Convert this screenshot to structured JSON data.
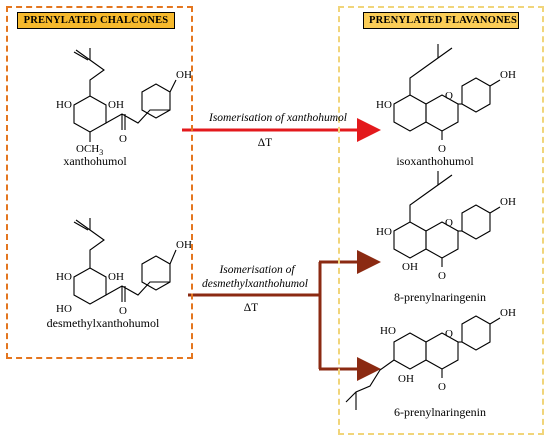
{
  "colors": {
    "left_border": "#e4761f",
    "right_border": "#f1d57a",
    "tag_fill": "#f6b92c",
    "tag_fill_right": "#fbcd57",
    "arrow_red": "#e3191c",
    "arrow_brown": "#8b2a12",
    "glow": "#f7c7ee"
  },
  "left_panel": {
    "title": "PRENYLATED CHALCONES"
  },
  "right_panel": {
    "title": "PRENYLATED FLAVANONES"
  },
  "compounds": {
    "xanthohumol": "xanthohumol",
    "desmethylxanthohumol": "desmethylxanthohumol",
    "isoxanthohumol": "isoxanthohumol",
    "prenylnaringenin8": "8-prenylnaringenin",
    "prenylnaringenin6": "6-prenylnaringenin"
  },
  "arrows": {
    "top": {
      "label": "Isomerisation of xanthohumol",
      "condition": "ΔT"
    },
    "bottom": {
      "label_line1": "Isomerisation of",
      "label_line2": "desmethylxanthohumol",
      "condition": "ΔT"
    }
  },
  "atoms": {
    "HO": "HO",
    "OH": "OH",
    "O": "O",
    "OCH3_base": "OCH",
    "OCH3_sub": "3"
  }
}
